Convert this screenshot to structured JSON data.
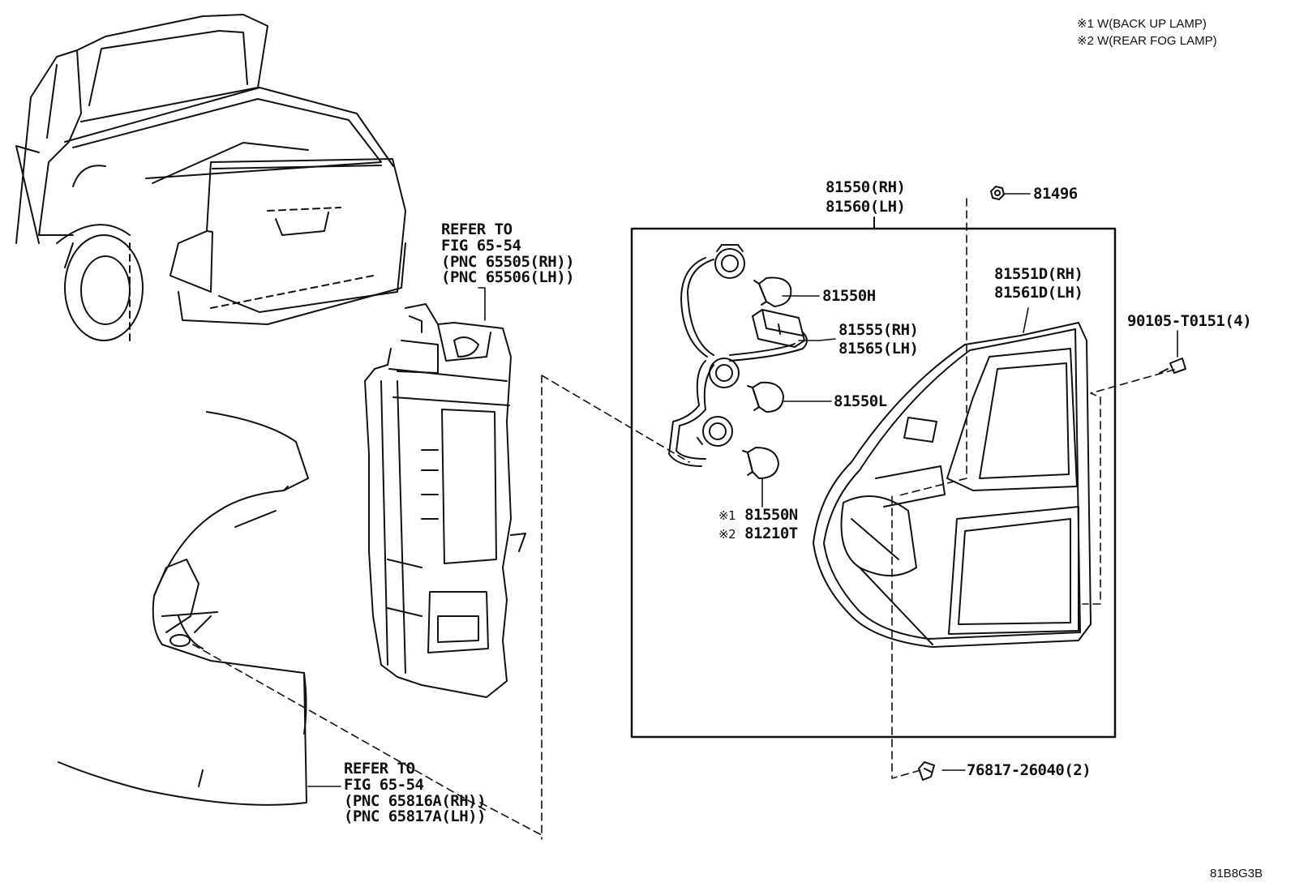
{
  "notes": {
    "note1": "※1 W(BACK UP LAMP)",
    "note2": "※2 W(REAR FOG LAMP)"
  },
  "assembly": {
    "rh": "81550(RH)",
    "lh": "81560(LH)"
  },
  "parts": {
    "nut": "81496",
    "lens_rh": "81551D(RH)",
    "lens_lh": "81561D(LH)",
    "screw": "90105-T0151(4)",
    "bulb_h": "81550H",
    "socket_rh": "81555(RH)",
    "socket_lh": "81565(LH)",
    "bulb_l": "81550L",
    "bulb_n_mark": "※1",
    "bulb_n": "81550N",
    "bulb_t_mark": "※2",
    "bulb_t": "81210T",
    "clip": "76817-26040(2)"
  },
  "refs": {
    "upper": {
      "line1": "REFER TO",
      "line2": "FIG 65-54",
      "line3": "(PNC 65505(RH))",
      "line4": "(PNC 65506(LH))"
    },
    "lower": {
      "line1": "REFER TO",
      "line2": "FIG 65-54",
      "line3": "(PNC 65816A(RH))",
      "line4": "(PNC 65817A(LH))"
    }
  },
  "figure_code": "81B8G3B"
}
